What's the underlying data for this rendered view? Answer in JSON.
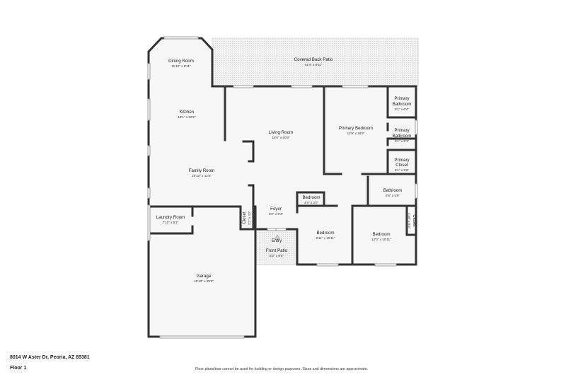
{
  "footer": {
    "address": "8014 W Aster Dr, Peoria, AZ 85381",
    "floor": "Floor 1",
    "disclaimer": "Floor plans/tour cannot be used for building or design purposes. Sizes and dimensions are approximate."
  },
  "rooms": {
    "dining": {
      "name": "Dining Room",
      "dim": "11'10\" x 8'11\""
    },
    "patio_back": {
      "name": "Covered Back Patio",
      "dim": "41'4\" x 8'11\""
    },
    "kitchen": {
      "name": "Kitchen",
      "dim": "14'1\" x 10'2\""
    },
    "living": {
      "name": "Living Room",
      "dim": "19'0\" x 20'3\""
    },
    "primary_bed": {
      "name": "Primary Bedroom",
      "dim": "11'9\" x 16'9\""
    },
    "primary_bath1": {
      "name1": "Primary",
      "name2": "Bathroom",
      "dim": "5'1\" x 6'4\""
    },
    "primary_bath2": {
      "name1": "Primary",
      "name2": "Bathroom",
      "dim": "5'1\" x 5'1\""
    },
    "primary_closet": {
      "name1": "Primary",
      "name2": "Closet",
      "dim": "5'1\" x 5'6\""
    },
    "family": {
      "name": "Family Room",
      "dim": "19'10\" x 12'0\""
    },
    "bathroom": {
      "name": "Bathroom",
      "dim": "8'8\" x 4'9\""
    },
    "bed_small": {
      "name": "Bedroom",
      "dim": "4'9\" x 2'0\""
    },
    "foyer": {
      "name": "Foyer",
      "dim": "8'2\" x 6'4\""
    },
    "closet_left": {
      "name": "Closet",
      "dim": "2'2\" x 4'2\""
    },
    "closet_right": {
      "name": "Closet",
      "dim": "1'10\" x 5'6\""
    },
    "laundry": {
      "name": "Laundry Room",
      "dim": "7'10\" x 5'2\""
    },
    "bed2": {
      "name": "Bedroom",
      "dim": "9'11\" x 10'11\""
    },
    "bed3": {
      "name": "Bedroom",
      "dim": "12'0\" x 10'11\""
    },
    "entry": {
      "name": "Entry"
    },
    "front_patio": {
      "name": "Front Patio",
      "dim": "8'2\" x 6'6\""
    },
    "garage": {
      "name": "Garage",
      "dim": "19'10\" x 25'3\""
    }
  },
  "colors": {
    "wall": "#333333",
    "floor": "#f6f6f6",
    "patio": "#eeeeee",
    "window": "#bbbbbb"
  }
}
